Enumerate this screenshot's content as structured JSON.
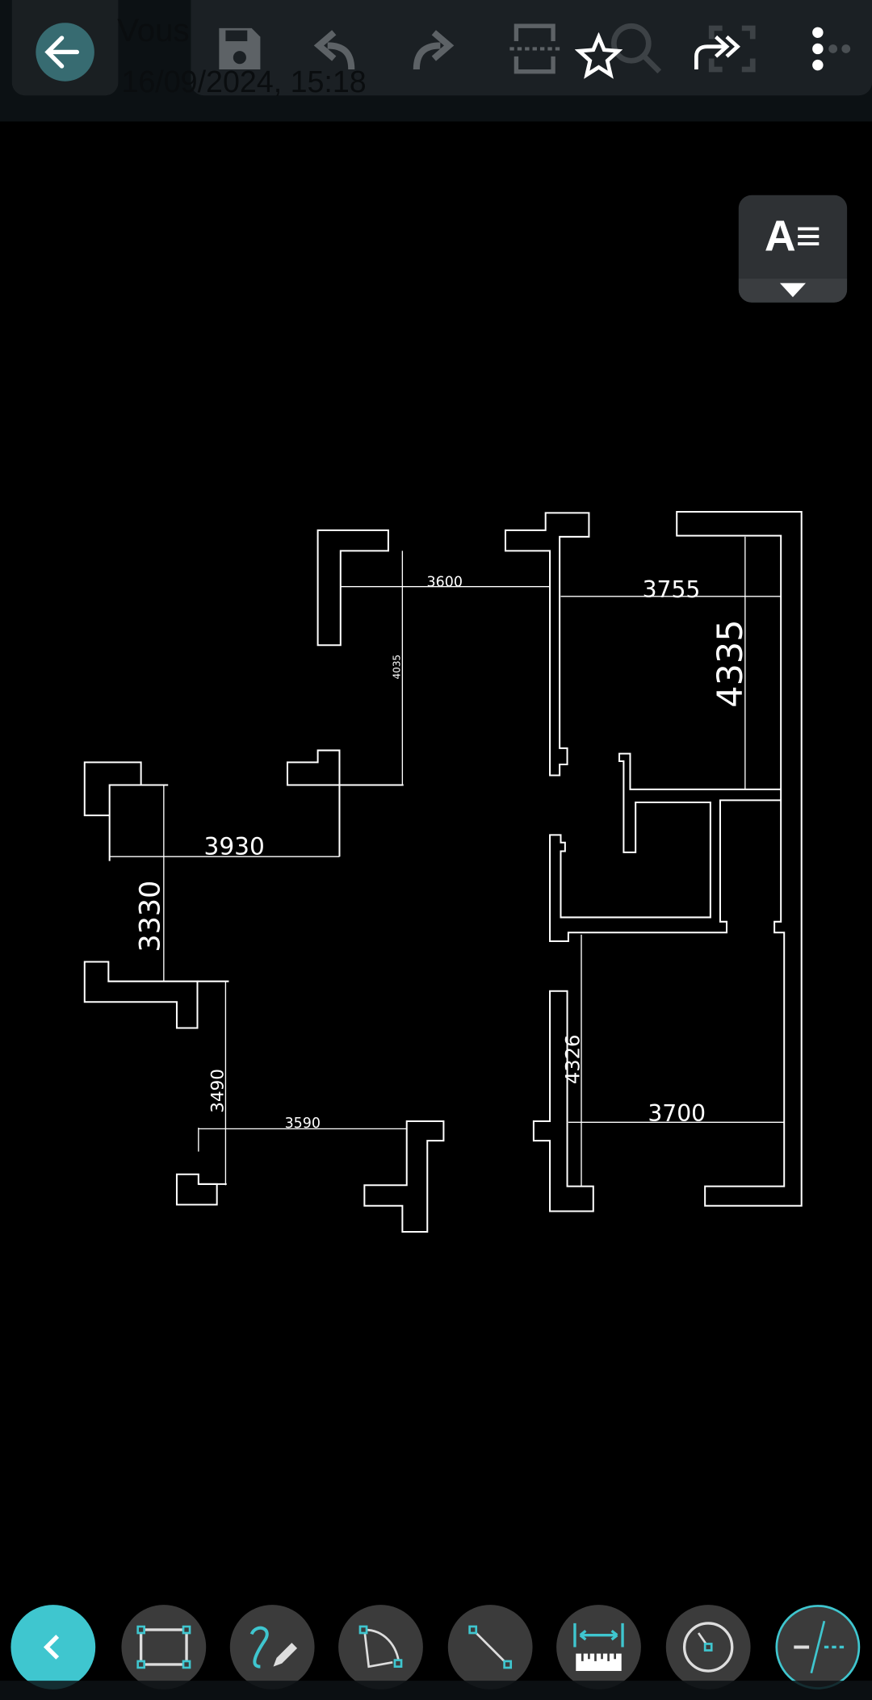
{
  "header": {
    "title": "Vous",
    "subtitle": "16/09/2024, 15:18"
  },
  "toolbar": {
    "icons": [
      "back-icon",
      "save-icon",
      "undo-icon",
      "redo-icon",
      "split-view-icon",
      "star-icon",
      "zoom-extents-icon",
      "share-icon",
      "more-icon"
    ]
  },
  "text_style_button": {
    "label": "A≡"
  },
  "drawing": {
    "dimensions": {
      "d3600": "3600",
      "d4035": "4035",
      "d3930": "3930",
      "d3330": "3330",
      "d3490": "3490",
      "d3590": "3590",
      "d3755": "3755",
      "d4335": "4335",
      "d4326": "4326",
      "d3700": "3700"
    }
  },
  "bottom_tools": [
    "collapse",
    "rectangle",
    "freehand",
    "arc-angle",
    "line",
    "measure",
    "circle",
    "line-type"
  ],
  "colors": {
    "accent": "#3fc6cf",
    "tool_bg": "#3b3b3b",
    "toolbar_bg": "#1b2024"
  }
}
